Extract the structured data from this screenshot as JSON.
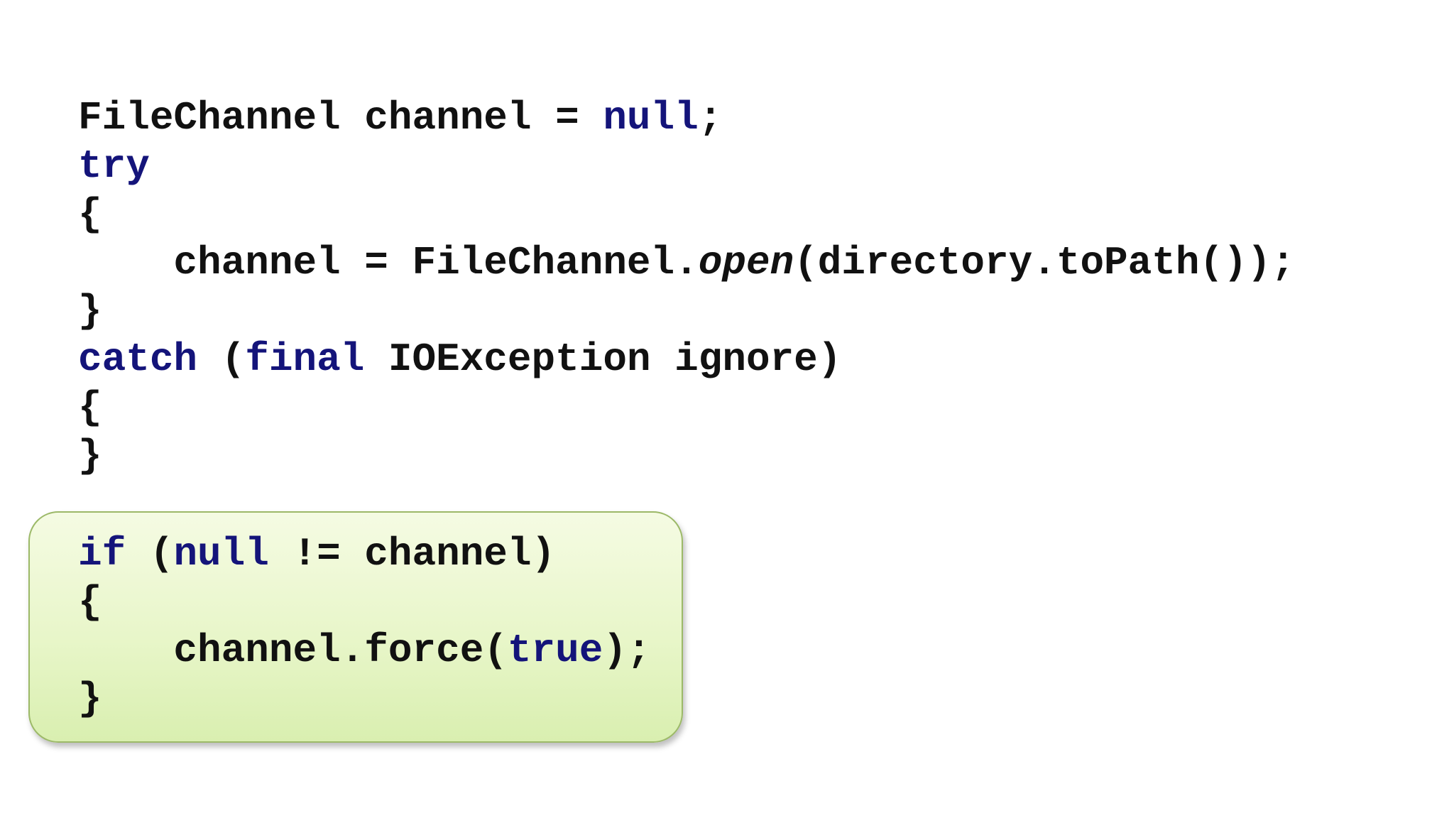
{
  "code_main": {
    "line1": {
      "a": "FileChannel channel = ",
      "kw": "null",
      "b": ";"
    },
    "line2": {
      "kw": "try"
    },
    "line3": {
      "text": "{"
    },
    "line4": {
      "indent": "    ",
      "a": "channel = FileChannel.",
      "method": "open",
      "b": "(directory.toPath());"
    },
    "line5": {
      "text": "}"
    },
    "line6": {
      "kw1": "catch",
      "a": " (",
      "kw2": "final",
      "b": " IOException ignore)"
    },
    "line7": {
      "text": "{"
    },
    "line8": {
      "text": "}"
    }
  },
  "code_highlight": {
    "line1": {
      "kw1": "if",
      "a": " (",
      "kw2": "null",
      "b": " != channel)"
    },
    "line2": {
      "text": "{"
    },
    "line3": {
      "indent": "    ",
      "a": "channel.force(",
      "kw": "true",
      "b": ");"
    },
    "line4": {
      "text": "}"
    }
  },
  "colors": {
    "keyword": "#14147a",
    "text": "#111111",
    "highlight_fill_top": "#f5fbe3",
    "highlight_fill_bottom": "#d9efb0",
    "highlight_border": "#9cb968"
  }
}
